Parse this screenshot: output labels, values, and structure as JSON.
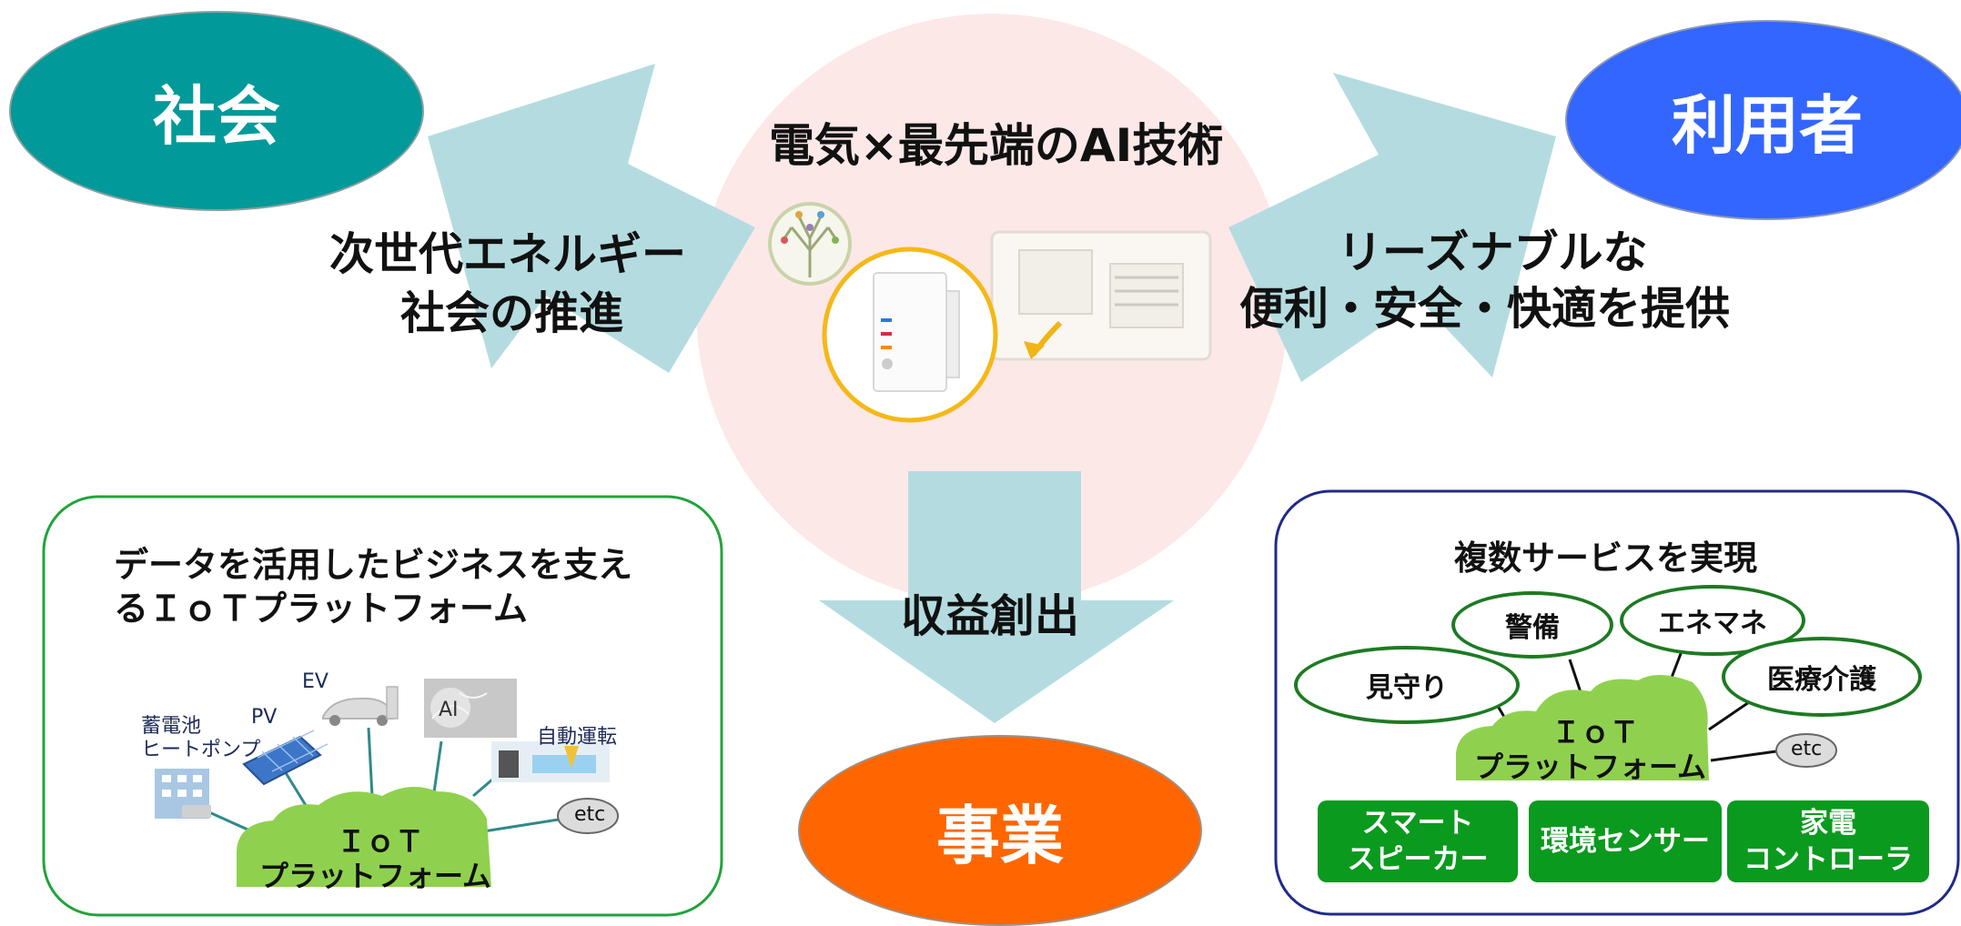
{
  "nodes": {
    "society": "社会",
    "user": "利用者",
    "business": "事業"
  },
  "center": {
    "title": "電気×最先端のAI技術"
  },
  "arrows": {
    "left_line1": "次世代エネルギー",
    "left_line2": "社会の推進",
    "right_line1": "リーズナブルな",
    "right_line2": "便利・安全・快適を提供",
    "down": "収益創出"
  },
  "left_panel": {
    "title_line1": "データを活用したビジネスを支え",
    "title_line2": "るＩｏＴプラットフォーム",
    "labels": {
      "ev": "EV",
      "pv": "PV",
      "battery": "蓄電池",
      "heat_pump": "ヒートポンプ",
      "ai": "AI",
      "autonomous": "自動運転",
      "etc": "etc"
    },
    "cloud_line1": "ＩｏＴ",
    "cloud_line2": "プラットフォーム"
  },
  "right_panel": {
    "title": "複数サービスを実現",
    "services": {
      "watch": "見守り",
      "security": "警備",
      "enemane": "エネマネ",
      "medical": "医療介護",
      "etc": "etc"
    },
    "cloud_line1": "ＩｏＴ",
    "cloud_line2": "プラットフォーム",
    "buttons": {
      "speaker_line1": "スマート",
      "speaker_line2": "スピーカー",
      "sensor": "環境センサー",
      "appliance_line1": "家電",
      "appliance_line2": "コントローラ"
    }
  },
  "colors": {
    "society": "#019999",
    "user": "#3366ff",
    "business": "#ff6600",
    "arrow": "#b4dce0",
    "center_circle": "#fde8e8",
    "left_panel_border": "#22a33a",
    "right_panel_border": "#1f2a8a",
    "cloud": "#8fd14f",
    "service_button": "#0a9a1e"
  }
}
